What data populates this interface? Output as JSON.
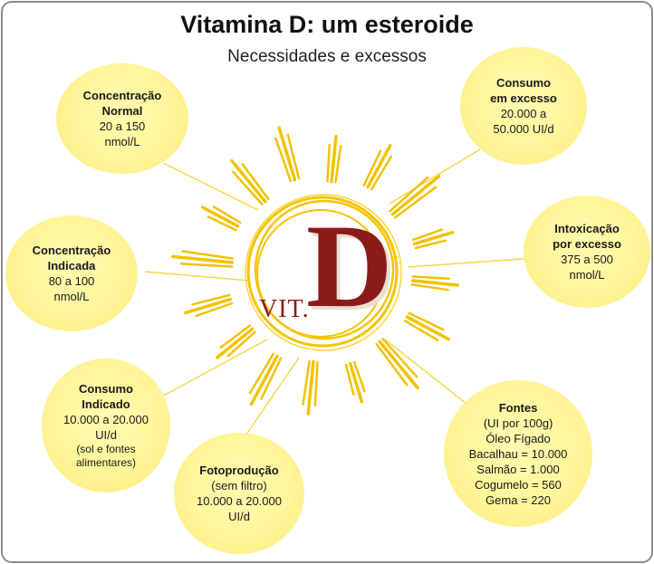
{
  "header": {
    "title": "Vitamina D: um esteroide",
    "subtitle": "Necessidades e excessos"
  },
  "center": {
    "vit_label": "VIT.",
    "d_letter": "D"
  },
  "bubbles": {
    "concentracao_normal": {
      "heading_1": "Concentração",
      "heading_2": "Normal",
      "line_1": "20 a 150",
      "line_2": "nmol/L"
    },
    "consumo_excesso": {
      "heading_1": "Consumo",
      "heading_2": "em excesso",
      "line_1": "20.000 a",
      "line_2": "50.000 UI/d"
    },
    "intoxicacao": {
      "heading_1": "Intoxicação",
      "heading_2": "por excesso",
      "line_1": "375 a 500",
      "line_2": "nmol/L"
    },
    "concentracao_indicada": {
      "heading_1": "Concentração",
      "heading_2": "Indicada",
      "line_1": "80 a 100",
      "line_2": "nmol/L"
    },
    "consumo_indicado": {
      "heading_1": "Consumo",
      "heading_2": "Indicado",
      "line_1": "10.000 a 20.000",
      "line_2": "UI/d",
      "note_1": "(sol e fontes",
      "note_2": "alimentares)"
    },
    "fotoproducao": {
      "heading": "Fotoprodução",
      "line_1": "(sem filtro)",
      "line_2": "10.000 a 20.000",
      "line_3": "UI/d"
    },
    "fontes": {
      "heading": "Fontes",
      "line_1": "(UI por 100g)",
      "line_2": "Óleo Fígado",
      "line_3": "Bacalhau = 10.000",
      "line_4": "Salmão = 1.000",
      "line_5": "Cogumelo = 560",
      "line_6": "Gema = 220"
    }
  },
  "colors": {
    "sun": "#f5c400",
    "ray": "#f2c200",
    "bubble": "#fff59a",
    "d_letter": "#8b1a1a"
  }
}
